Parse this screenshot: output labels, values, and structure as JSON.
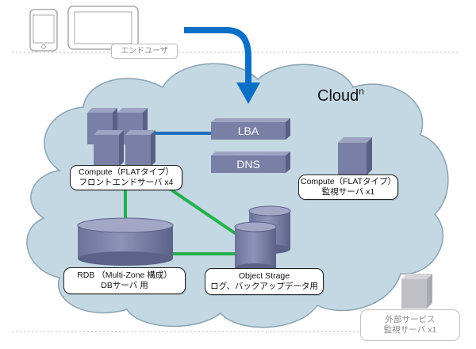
{
  "enduser_label": "エンドユーザ",
  "cloud": {
    "name": "Cloud",
    "superscript": "n"
  },
  "bars": {
    "lba": "LBA",
    "dns": "DNS"
  },
  "compute_frontend": {
    "line1": "Compute（FLATタイプ）",
    "line2": "フロントエンドサーバ x4"
  },
  "compute_monitor": {
    "line1": "Compute（FLATタイプ）",
    "line2": "監視サーバ x1"
  },
  "rdb": {
    "line1": "RDB （Multi-Zone 構成）",
    "line2": "DBサーバ 用"
  },
  "object_storage": {
    "line1": "Object Strage",
    "line2": "ログ、バックアップデータ用"
  },
  "external": {
    "line1": "外部サービス",
    "line2": "監視サーバ x1"
  },
  "colors": {
    "cloud_fill": "#c3d8e2",
    "cloud_stroke": "#8aa3b3",
    "server_face": "#7a7fa6",
    "server_top": "#9fa3c3",
    "server_side": "#5a5f85",
    "link_green": "#22b14c",
    "link_blue": "#1f6fbe",
    "arrow_blue": "#0a6fc7",
    "external_gray": "#bfbfc6"
  }
}
